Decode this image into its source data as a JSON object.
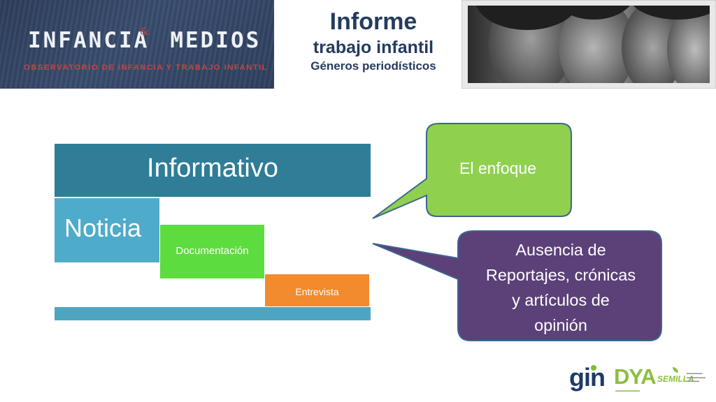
{
  "header": {
    "logo": {
      "main_left": "INFANCIA",
      "ampersand": "&",
      "main_right": "MEDIOS",
      "subtitle": "OBSERVATORIO DE INFANCIA Y TRABAJO INFANTIL"
    },
    "title": {
      "line1": "Informe",
      "line2": "trabajo infantil",
      "line3": "Géneros periodísticos"
    }
  },
  "diagram": {
    "top_bar": "Informativo",
    "level1": "Noticia",
    "level2": "Documentación",
    "level3": "Entrevista"
  },
  "callouts": {
    "enfoque": "El enfoque",
    "ausencia_lines": [
      "Ausencia de",
      "Reportajes, crónicas",
      "y artículos de",
      "opinión"
    ]
  },
  "footer": {
    "logo_gin": "gin",
    "logo_dya": "DYA",
    "logo_semilla": "SEMILLA"
  },
  "colors": {
    "title_blue": "#243b5e",
    "informativo": "#2f7d97",
    "noticia": "#4eabc9",
    "documentacion": "#5ddc3f",
    "entrevista": "#f28a2e",
    "callout_green": "#8fd14f",
    "callout_purple": "#5c4078",
    "logo_red": "#c9433f"
  }
}
